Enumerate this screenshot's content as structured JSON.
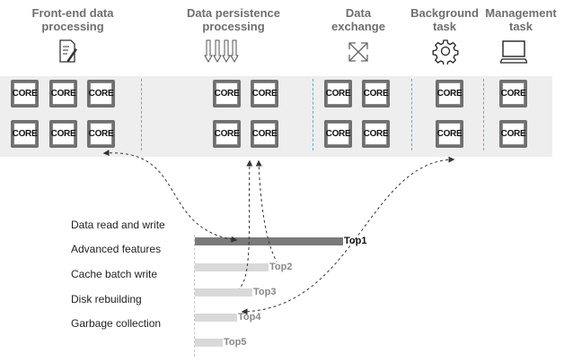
{
  "categories": [
    {
      "title": "Front-end data\nprocessing",
      "icon": "document-pen-icon"
    },
    {
      "title": "Data persistence\nprocessing",
      "icon": "down-arrows-icon"
    },
    {
      "title": "Data\nexchange",
      "icon": "expand-arrows-icon"
    },
    {
      "title": "Background\ntask",
      "icon": "gear-icon"
    },
    {
      "title": "Management\ntask",
      "icon": "computer-monitor-icon"
    }
  ],
  "core_label": "CORE",
  "tasks": [
    {
      "label": "Data read and write"
    },
    {
      "label": "Advanced features"
    },
    {
      "label": "Cache batch write"
    },
    {
      "label": "Disk rebuilding"
    },
    {
      "label": "Garbage collection"
    }
  ],
  "ranking": [
    {
      "label": "Top1",
      "priority": 1,
      "color": "#7a7a7a"
    },
    {
      "label": "Top2",
      "priority": 2,
      "color": "#d9d9d9"
    },
    {
      "label": "Top3",
      "priority": 3,
      "color": "#d9d9d9"
    },
    {
      "label": "Top4",
      "priority": 4,
      "color": "#d9d9d9"
    },
    {
      "label": "Top5",
      "priority": 5,
      "color": "#d9d9d9"
    }
  ],
  "colors": {
    "core_frame": "#6f6f6f",
    "band": "#eeeeee",
    "separator": "#49b3da",
    "arrow": "#333333",
    "rank_top": "#111111",
    "rank_other": "#888888"
  }
}
